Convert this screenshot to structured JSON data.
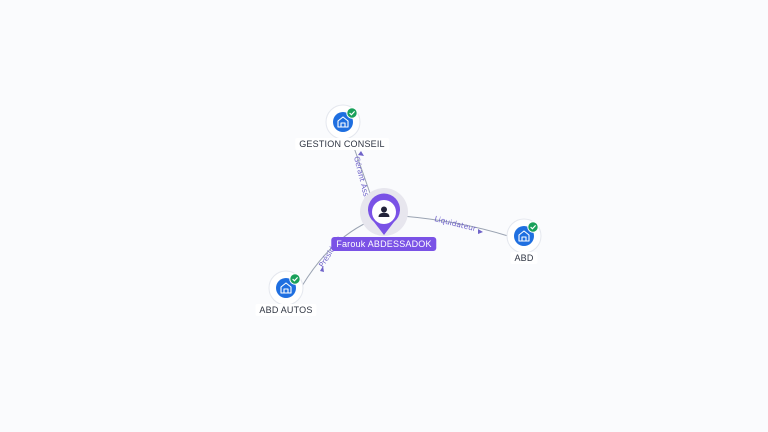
{
  "center": {
    "name": "Farouk ABDESSADOK",
    "icon": "person-icon",
    "color": "#7a52e6"
  },
  "companies": [
    {
      "name": "GESTION CONSEIL",
      "relation": "Gérant Associé",
      "icon": "company-building-icon",
      "status": "verified"
    },
    {
      "name": "ABD",
      "relation": "Liquidateur",
      "icon": "company-building-icon",
      "status": "verified"
    },
    {
      "name": "ABD AUTOS",
      "relation": "Président",
      "icon": "company-building-icon",
      "status": "verified"
    }
  ],
  "colors": {
    "company": "#1f6fe0",
    "badge": "#18a05a",
    "edge": "#9aa3b2",
    "edge_label": "#6f63c9"
  }
}
